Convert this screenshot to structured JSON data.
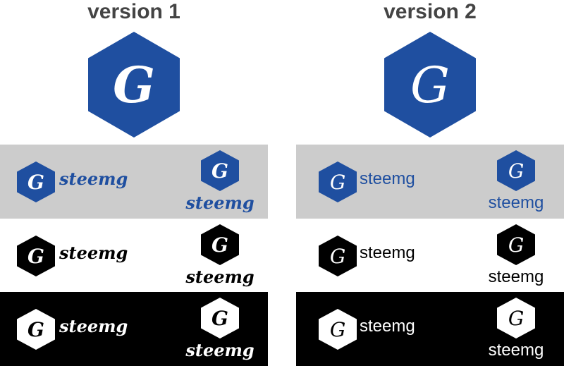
{
  "colors": {
    "brand_blue": "#1f4fa0",
    "gray_band": "#cccccc",
    "black": "#000000",
    "white": "#ffffff",
    "title_gray": "#444444"
  },
  "versions": [
    {
      "title": "version 1",
      "logo_letter": "G",
      "wordmark": "steemg",
      "style": "script"
    },
    {
      "title": "version 2",
      "logo_letter": "G",
      "wordmark": "steemg",
      "style": "plain"
    }
  ],
  "bands": [
    {
      "background": "gray",
      "hex_color": "#1f4fa0",
      "letter_color": "#ffffff",
      "word_color": "#1f4fa0"
    },
    {
      "background": "white",
      "hex_color": "#000000",
      "letter_color": "#ffffff",
      "word_color": "#000000"
    },
    {
      "background": "black",
      "hex_color": "#ffffff",
      "letter_color": "#000000",
      "word_color": "#ffffff"
    }
  ],
  "icons": {
    "hexagon": "hexagon-logo-icon"
  }
}
